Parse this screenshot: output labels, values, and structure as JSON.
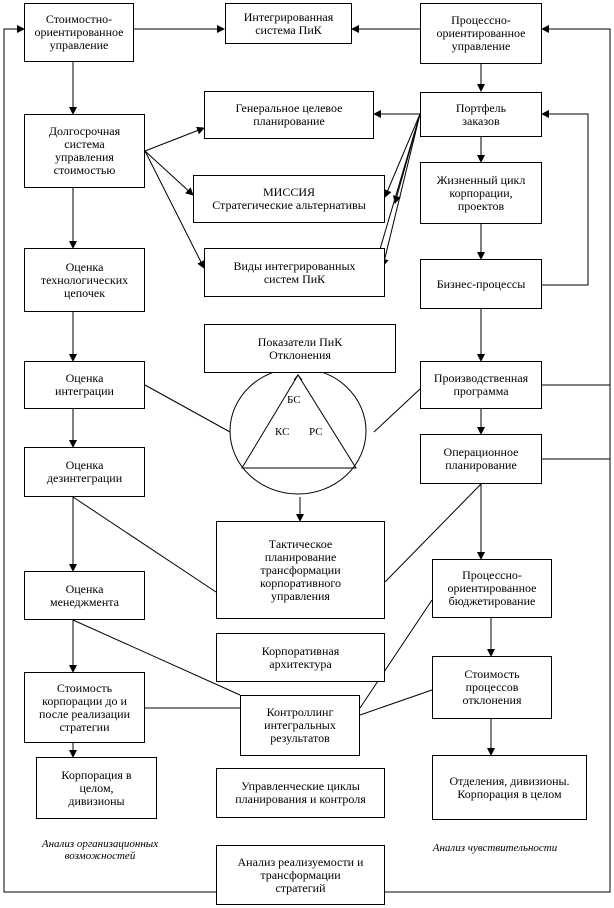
{
  "boxes": {
    "cost_mgmt": "Стоимостно-\nориентированное\nуправление",
    "integrated_system": "Интегрированная\nсистема ПиК",
    "process_mgmt": "Процессно-\nориентированное\nуправление",
    "general_goal": "Генеральное целевое\nпланирование",
    "portfolio": "Портфель\nзаказов",
    "longterm_cost": "Долгосрочная\nсистема\nуправления\nстоимостью",
    "mission": "МИССИЯ\nСтратегические альтернативы",
    "life_cycle": "Жизненный цикл\nкорпорации,\nпроектов",
    "integrated_types": "Виды интегрированных\nсистем ПиК",
    "tech_chains": "Оценка\nтехнологических\nцепочек",
    "business_proc": "Бизнес-процессы",
    "kpi_deviation": "Показатели ПиК\nОтклонения",
    "integration_eval": "Оценка\nинтеграции",
    "production_prog": "Производственная\nпрограмма",
    "disintegration_eval": "Оценка\nдезинтеграции",
    "operational_plan": "Операционное\nпланирование",
    "tactical_plan": "Тактическое\nпланирование\nтрансформации\nкорпоративного\nуправления",
    "management_eval": "Оценка\nменеджмента",
    "process_budget": "Процессно-\nориентированное\nбюджетирование",
    "corp_arch": "Корпоративная\nархитектура",
    "corp_value": "Стоимость\nкорпорации до и\nпосле реализации\nстратегии",
    "controlling": "Контроллинг\nинтегральных\nрезультатов",
    "process_cost": "Стоимость\nпроцессов\nотклонения",
    "corp_divisions": "Корпорация в\nцелом,\nдивизионы",
    "mgmt_cycles": "Управленческие циклы\nпланирования и контроля",
    "departments": "Отделения, дивизионы.\nКорпорация в целом",
    "feasibility": "Анализ реализуемости и\nтрансформации\nстратегий"
  },
  "triangle": {
    "top": "БС",
    "left": "КС",
    "right": "РС"
  },
  "notes": {
    "left": "Анализ организационных\nвозможностей",
    "right": "Анализ чувствительности"
  }
}
